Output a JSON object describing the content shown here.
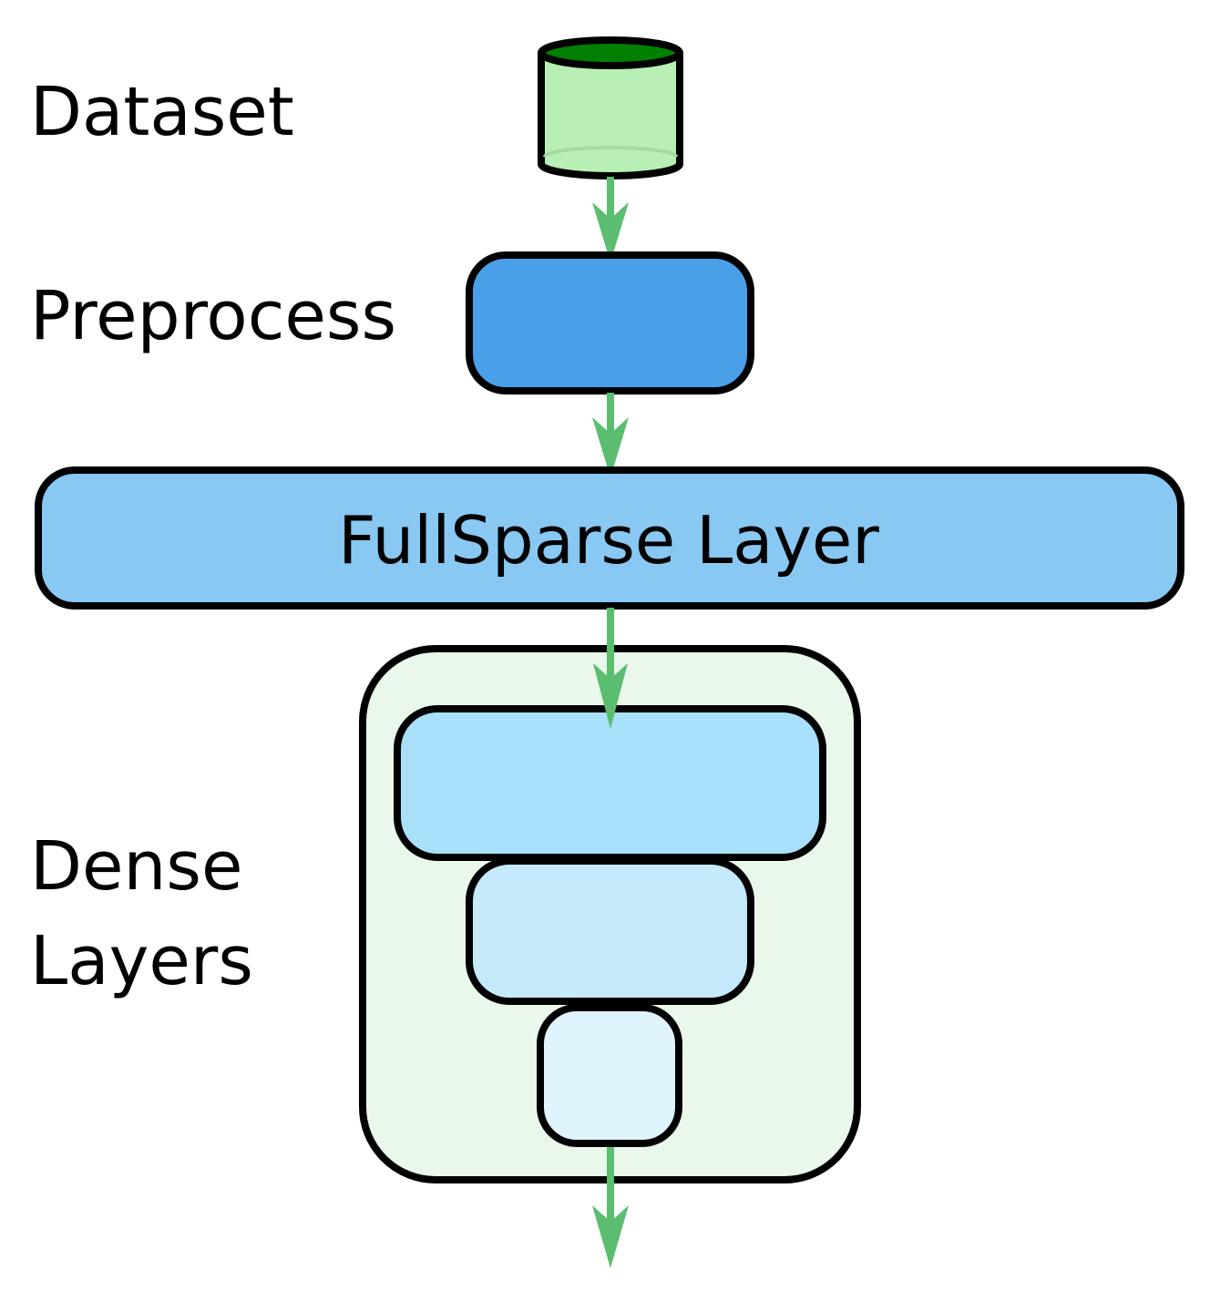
{
  "labels": {
    "dataset": "Dataset",
    "preprocess": "Preprocess",
    "fullsparse": "FullSparse Layer",
    "dense_line1": "Dense",
    "dense_line2": "Layers"
  },
  "colors": {
    "cylinder_top": "#008000",
    "cylinder_body": "#b8efb4",
    "preprocess_fill": "#4aa0e8",
    "fullsparse_fill": "#88c8f2",
    "dense_container_fill": "#eaf8ec",
    "dense_layer_1": "#a8e0fa",
    "dense_layer_2": "#c4eafc",
    "dense_layer_3": "#e0f4fd",
    "arrow": "#5bbd6f",
    "stroke": "#000000"
  }
}
